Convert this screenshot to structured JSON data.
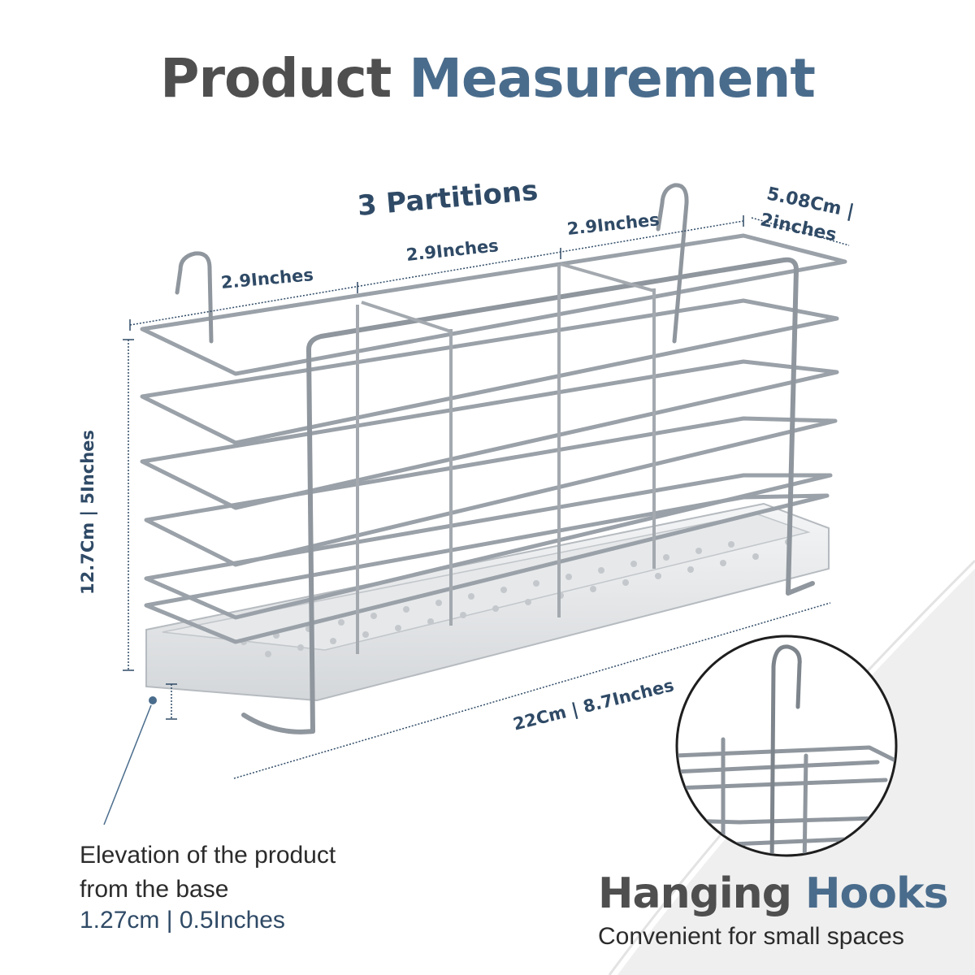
{
  "title": {
    "part1": "Product",
    "part2": "Measurement"
  },
  "partitions_label": "3 Partitions",
  "dimensions": {
    "partition_width_1": "2.9Inches",
    "partition_width_2": "2.9Inches",
    "partition_width_3": "2.9Inches",
    "depth_line1": "5.08Cm |",
    "depth_line2": "2inches",
    "height": "12.7Cm | 5Inches",
    "length": "22Cm | 8.7Inches"
  },
  "elevation": {
    "line1": "Elevation of the product",
    "line2": "from the base",
    "value": "1.27cm | 0.5Inches"
  },
  "hooks": {
    "title_part1": "Hanging",
    "title_part2": "Hooks",
    "subtitle": "Convenient for small spaces"
  },
  "colors": {
    "title_dark": "#4f4f4f",
    "accent_blue": "#4a6c8c",
    "dimension_text": "#2f4a66",
    "wire": "#9aa1a8",
    "background_swoosh": "#eeeeee"
  },
  "icons": [
    "hanging-hook-icon",
    "wire-basket-illustration"
  ]
}
